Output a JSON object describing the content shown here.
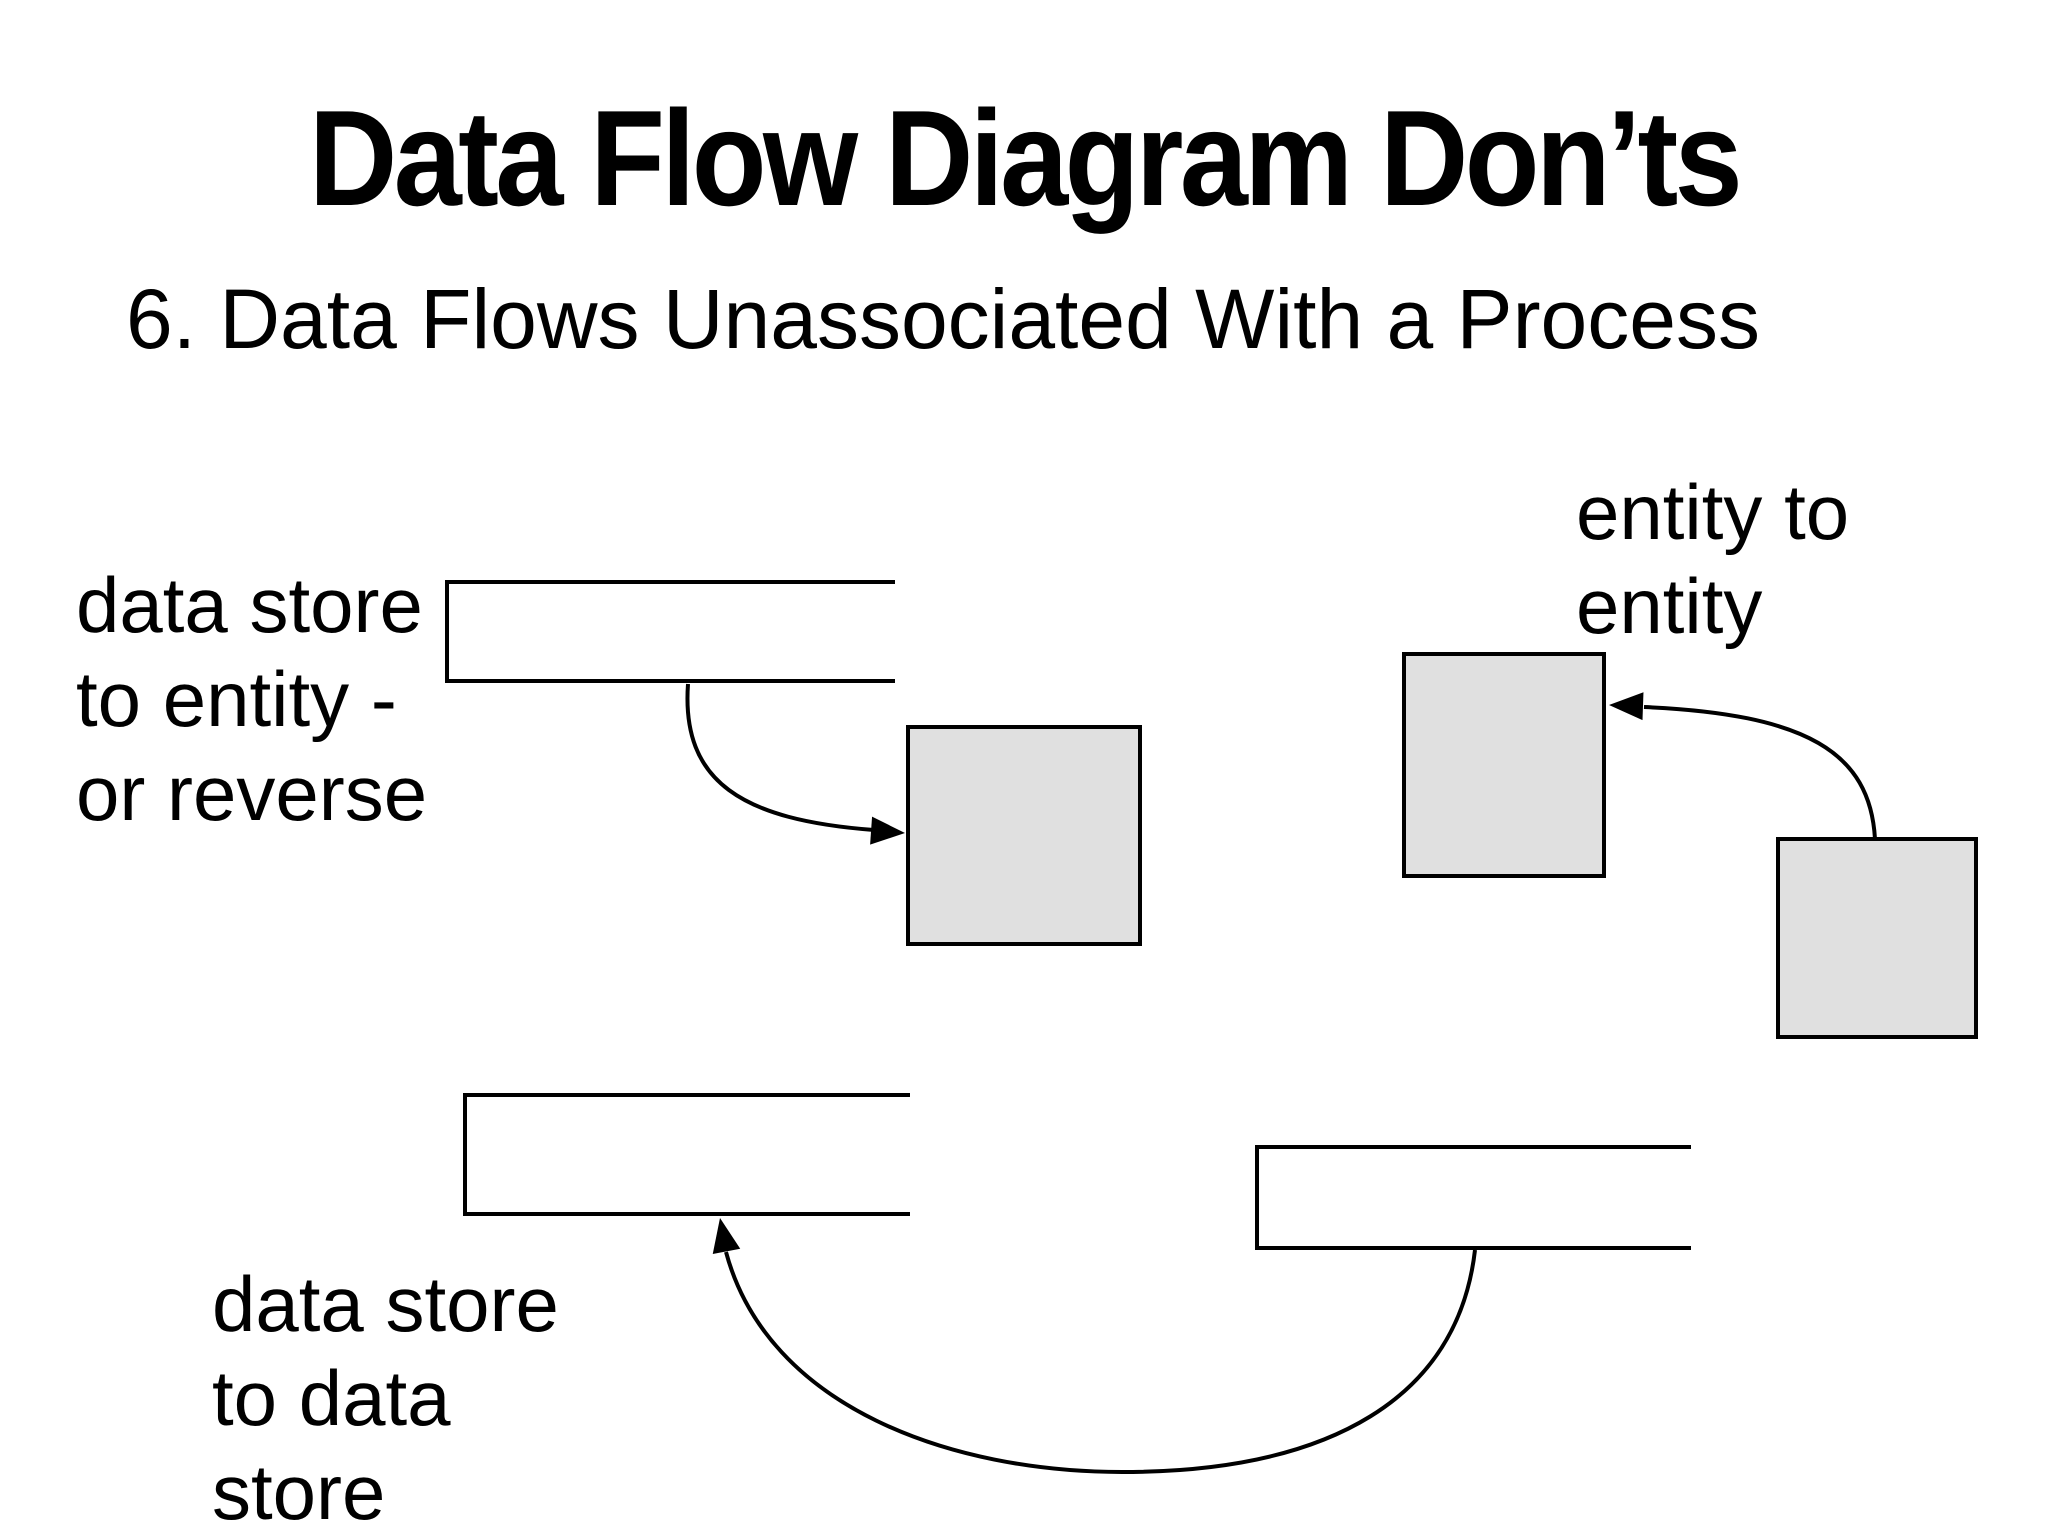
{
  "slide": {
    "title": "Data Flow Diagram Don’ts",
    "subtitle": "6. Data Flows Unassociated With a Process",
    "background_color": "#ffffff",
    "text_color": "#000000"
  },
  "diagram": {
    "entity_fill_color": "#e0e0e0",
    "line_color": "#000000",
    "examples": [
      {
        "id": "data-store-to-entity",
        "label_lines": [
          "data store",
          "to entity -",
          "or reverse"
        ]
      },
      {
        "id": "entity-to-entity",
        "label_lines": [
          "entity to",
          "entity"
        ]
      },
      {
        "id": "data-store-to-data-store",
        "label_lines": [
          "data store",
          "to data",
          "store"
        ]
      }
    ]
  }
}
